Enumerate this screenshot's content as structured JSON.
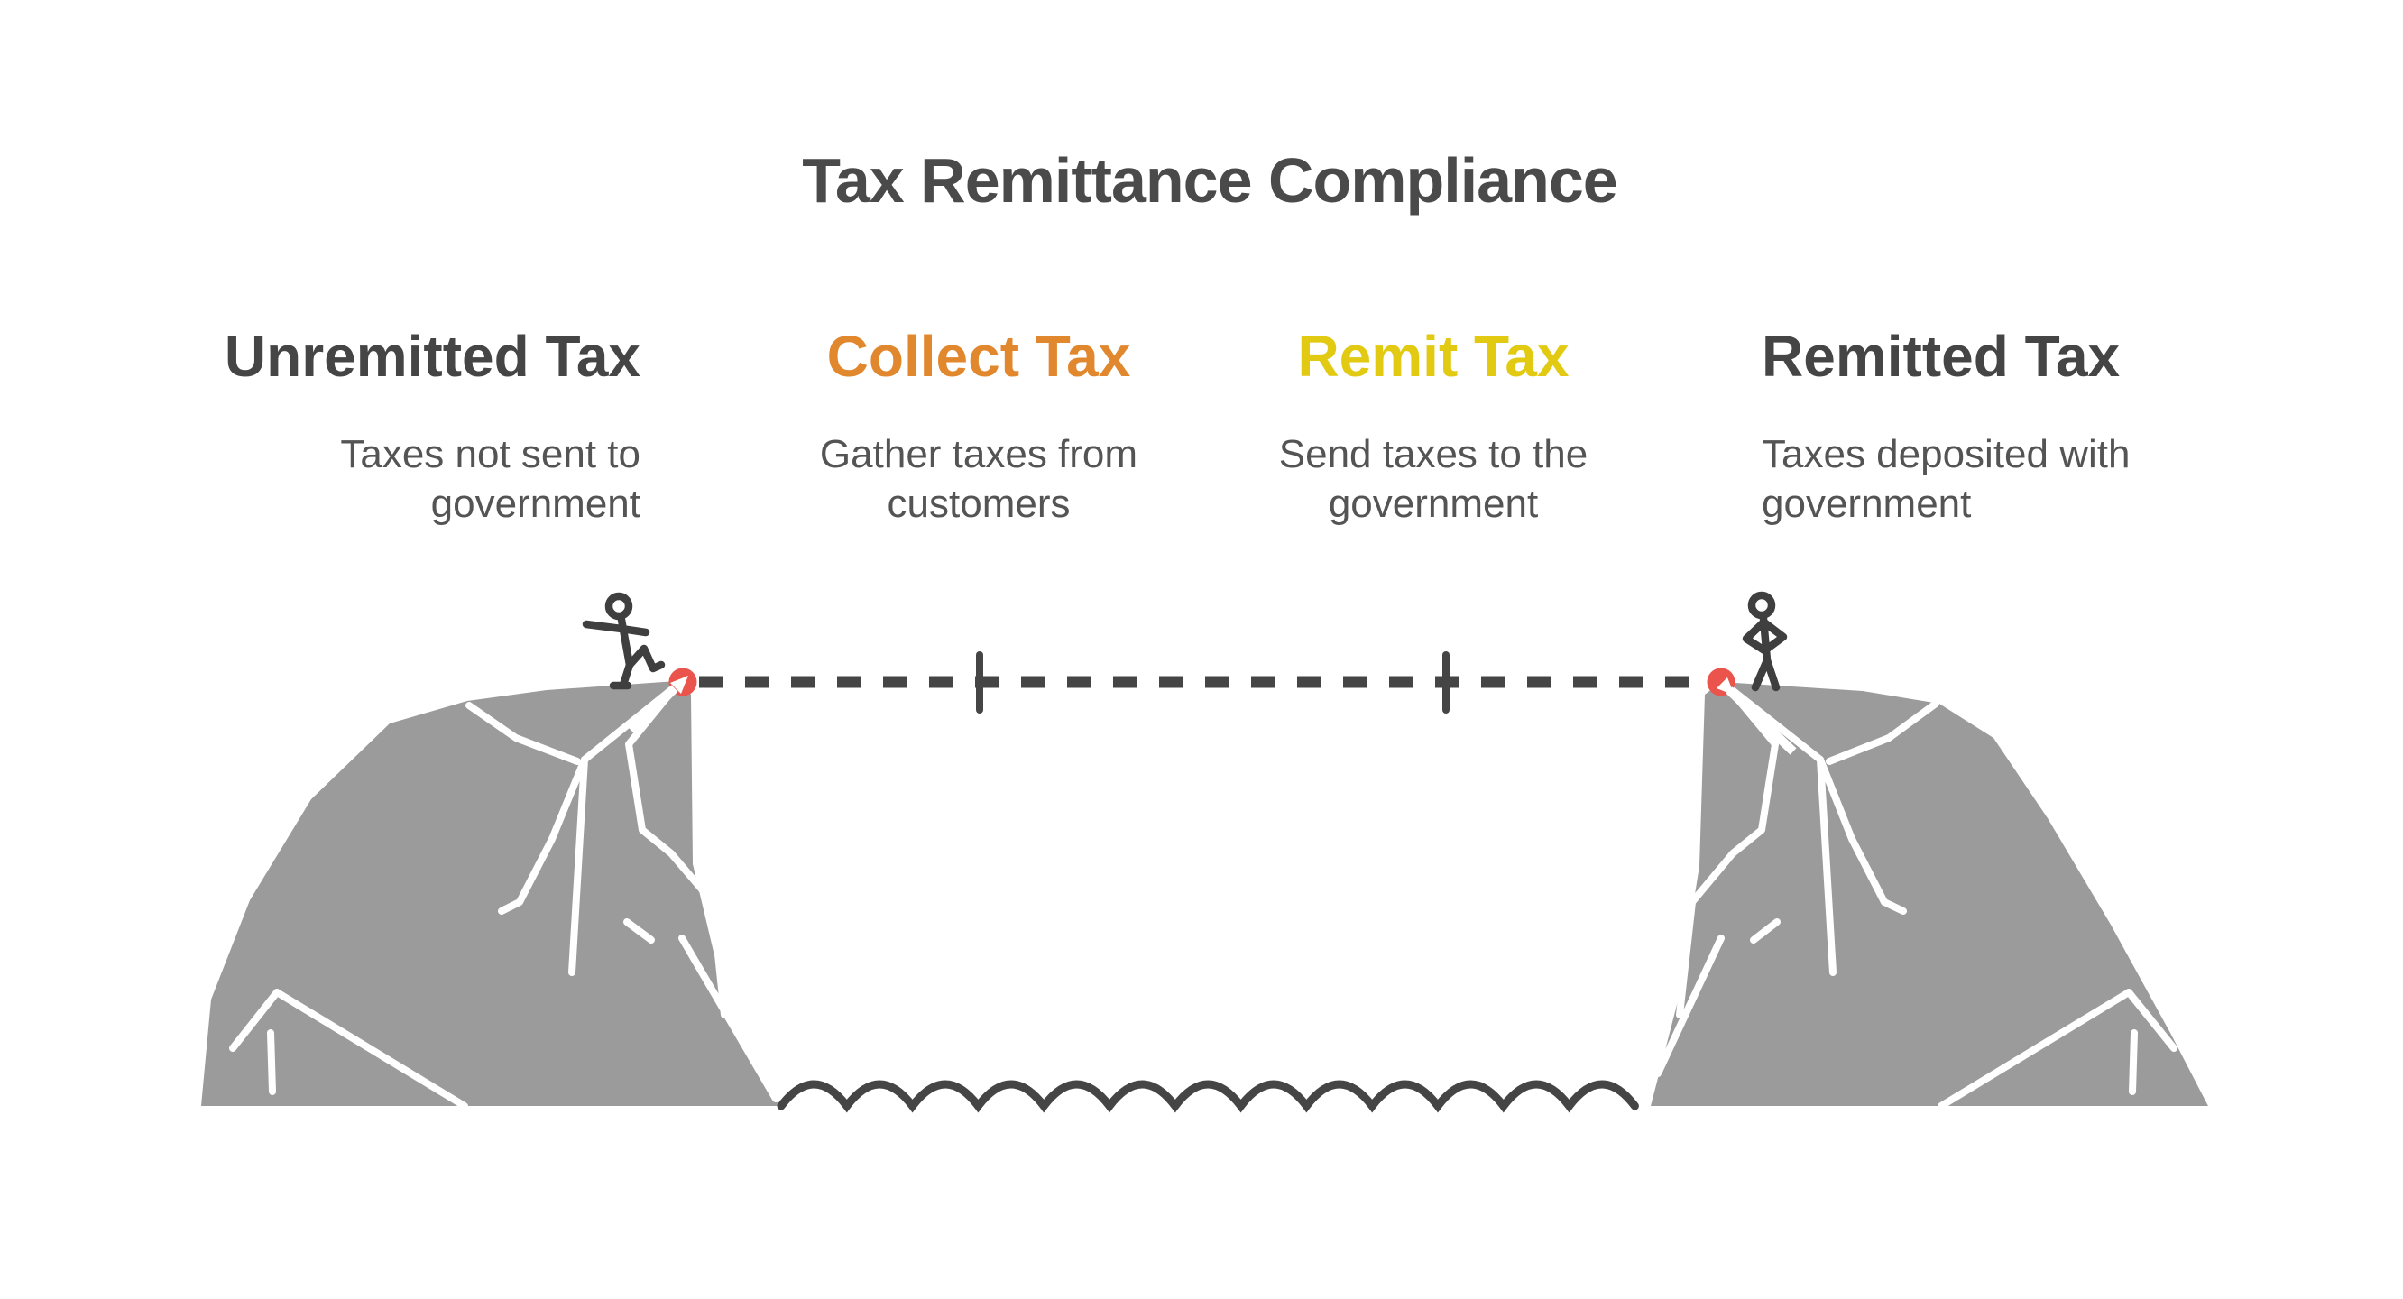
{
  "title": {
    "text": "Tax Remittance Compliance",
    "color": "#4a4a4a"
  },
  "stages": [
    {
      "label": "Unremitted Tax",
      "label_color": "#454545",
      "description": "Taxes not sent to\ngovernment",
      "description_color": "#545454"
    },
    {
      "label": "Collect Tax",
      "label_color": "#e1882e",
      "description": "Gather taxes from\ncustomers",
      "description_color": "#545454"
    },
    {
      "label": "Remit Tax",
      "label_color": "#e2ca12",
      "description": "Send taxes to the\ngovernment",
      "description_color": "#545454"
    },
    {
      "label": "Remitted Tax",
      "label_color": "#454545",
      "description": "Taxes deposited with\ngovernment",
      "description_color": "#545454"
    }
  ],
  "scene": {
    "colors": {
      "cliff": "#9b9b9b",
      "crack": "#ffffff",
      "ink": "#454545",
      "anchor_dot": "#ea544d",
      "figure": "#3f3f3f",
      "arrow": "#ffffff"
    },
    "left_anchor_icon": "arrow-up-right-icon",
    "right_anchor_icon": "arrow-down-right-icon",
    "milestone_tick_count": 2
  }
}
